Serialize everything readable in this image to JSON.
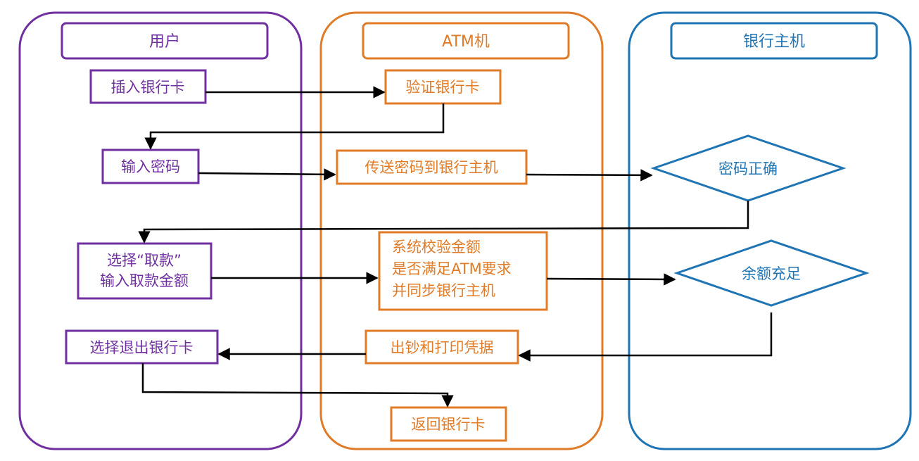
{
  "colors": {
    "user": "#7030a0",
    "atm": "#e07b28",
    "bank": "#1f75b4",
    "arrow": "#000000",
    "background": "#ffffff"
  },
  "lanes": {
    "user": {
      "title": "用户"
    },
    "atm": {
      "title": "ATM机"
    },
    "bank": {
      "title": "银行主机"
    }
  },
  "nodes": {
    "insert_card": "插入银行卡",
    "enter_password": "输入密码",
    "select_withdraw_line1": "选择“取款”",
    "select_withdraw_line2": "输入取款金额",
    "select_exit_card": "选择退出银行卡",
    "verify_card": "验证银行卡",
    "send_password": "传送密码到银行主机",
    "check_amount_line1": "系统校验金额",
    "check_amount_line2": "是否满足ATM要求",
    "check_amount_line3": "并同步银行主机",
    "dispense_print": "出钞和打印凭据",
    "return_card": "返回银行卡",
    "password_correct": "密码正确",
    "balance_sufficient": "余额充足"
  }
}
